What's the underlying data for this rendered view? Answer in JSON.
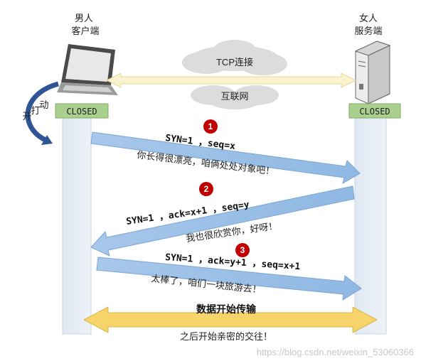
{
  "client": {
    "line1": "男人",
    "line2": "客户端",
    "state": "CLOSED"
  },
  "server": {
    "line1": "女人",
    "line2": "服务端",
    "state": "CLOSED"
  },
  "active_open": [
    "动",
    "打",
    "开"
  ],
  "network": {
    "tcp": "TCP连接",
    "internet": "互联网"
  },
  "handshakes": [
    {
      "badge": "1",
      "seq": "SYN=1 ，seq=x",
      "caption": "你长得很漂亮，咱俩处处对象吧！"
    },
    {
      "badge": "2",
      "seq": "SYN=1 ，ack=x+1 ，seq=y",
      "caption": "我也很欣赏你，好呀！"
    },
    {
      "badge": "3",
      "seq": "SYN=1 ，ack=y+1 ，seq=x+1",
      "caption": "太棒了，咱们一块旅游去！"
    }
  ],
  "transfer": {
    "title": "数据开始传输",
    "caption": "之后开始亲密的交往！"
  },
  "watermark": "https://blog.csdn.net/weixin_53060366",
  "colors": {
    "arrow": "#9ec3e6",
    "state_box": "#a9d08e",
    "badge": "#c00000",
    "yellow": "#f6d46a"
  }
}
